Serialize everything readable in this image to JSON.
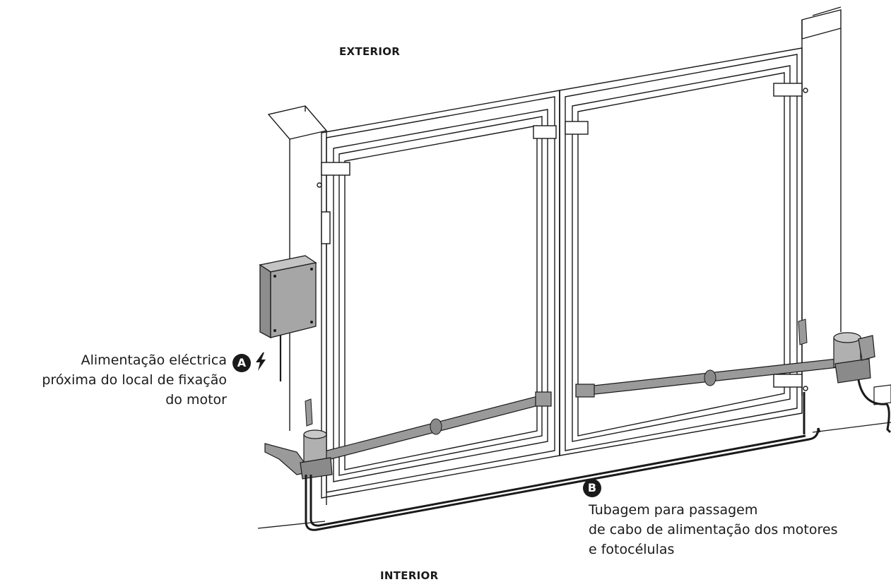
{
  "labels": {
    "exterior": "EXTERIOR",
    "interior": "INTERIOR"
  },
  "callout_a": {
    "marker": "A",
    "lines": [
      "Alimentação eléctrica",
      "próxima do local de fixação",
      "do motor"
    ],
    "icon": "lightning-bolt-icon"
  },
  "callout_b": {
    "marker": "B",
    "lines": [
      "Tubagem para passagem",
      "de cabo de alimentação dos motores",
      "e fotocélulas"
    ]
  },
  "colors": {
    "line": "#1a1a1a",
    "motor_arm": "#9a9a9a",
    "control_box": "#a6a6a6",
    "background": "#ffffff"
  }
}
